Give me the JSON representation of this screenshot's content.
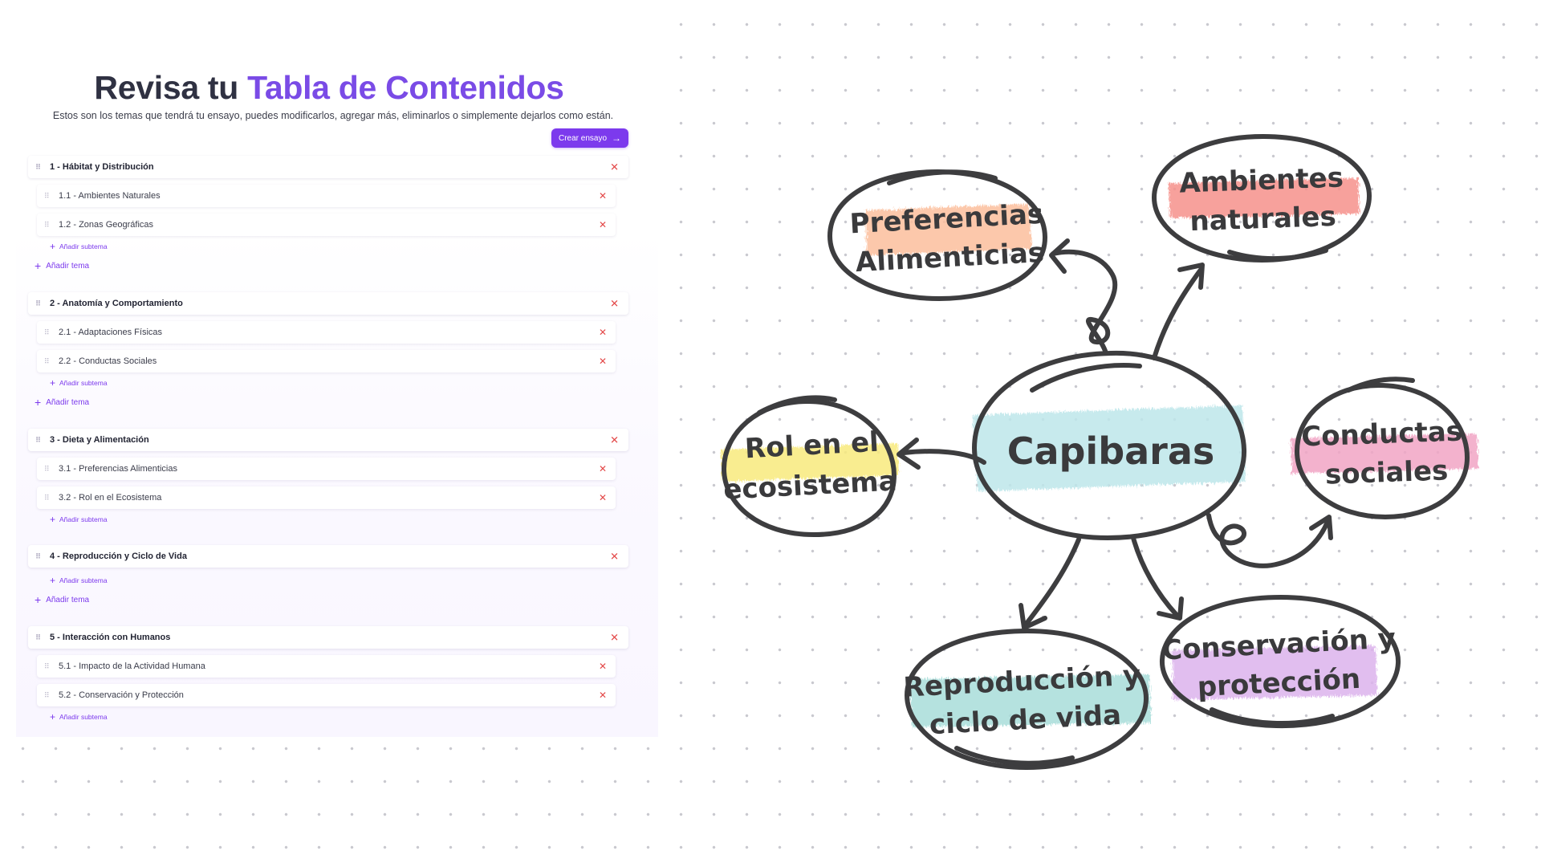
{
  "header": {
    "title_prefix": "Revisa tu ",
    "title_accent": "Tabla de Contenidos",
    "subtitle": "Estos son los temas que tendrá tu ensayo, puedes modificarlos, agregar más, eliminarlos o simplemente dejarlos como están.",
    "create_button": "Crear ensayo"
  },
  "labels": {
    "add_subtopic": "Añadir subtema",
    "add_topic": "Añadir tema"
  },
  "sections": [
    {
      "title": "1 - Hábitat y Distribución",
      "subtopics": [
        "1.1 - Ambientes Naturales",
        "1.2 - Zonas Geográficas"
      ],
      "show_add_topic": true
    },
    {
      "title": "2 - Anatomía y Comportamiento",
      "subtopics": [
        "2.1 - Adaptaciones Físicas",
        "2.2 - Conductas Sociales"
      ],
      "show_add_topic": true
    },
    {
      "title": "3 - Dieta y Alimentación",
      "subtopics": [
        "3.1 - Preferencias Alimenticias",
        "3.2 - Rol en el Ecosistema"
      ],
      "show_add_topic": false
    },
    {
      "title": "4 - Reproducción y Ciclo de Vida",
      "subtopics": [],
      "show_add_topic": true
    },
    {
      "title": "5 - Interacción con Humanos",
      "subtopics": [
        "5.1 - Impacto de la Actividad Humana",
        "5.2 - Conservación y Protección"
      ],
      "show_add_topic": false
    }
  ],
  "mindmap": {
    "center": "Capibaras",
    "nodes": {
      "preferencias": [
        "Preferencias",
        "Alimenticias"
      ],
      "ambientes": [
        "Ambientes",
        "naturales"
      ],
      "rol": [
        "Rol en el",
        "ecosistema"
      ],
      "conductas": [
        "Conductas",
        "sociales"
      ],
      "reproduccion": [
        "Reproducción y",
        "ciclo de vida"
      ],
      "conservacion": [
        "Conservación y",
        "protección"
      ]
    },
    "colors": {
      "center": "#bde6ea",
      "preferencias": "#fbbe9c",
      "ambientes": "#f6908b",
      "rol": "#f8ea7c",
      "conductas": "#f1a5c4",
      "reproduccion": "#a8ddd9",
      "conservacion": "#dcb3ec",
      "stroke": "#3d3d3f"
    }
  },
  "colors": {
    "accent": "#7c3aed",
    "title": "#2f3142",
    "delete": "#e34848"
  }
}
